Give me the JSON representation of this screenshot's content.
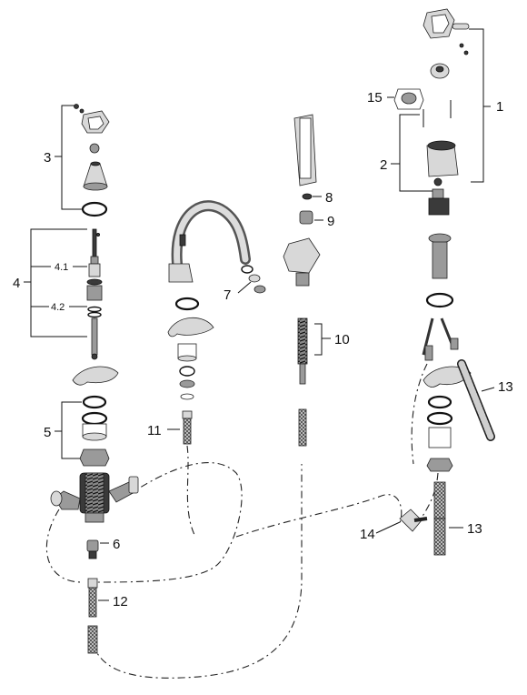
{
  "callouts": {
    "c1": "1",
    "c2": "2",
    "c3": "3",
    "c4": "4",
    "c4_1": "4.1",
    "c4_2": "4.2",
    "c5": "5",
    "c6": "6",
    "c7": "7",
    "c8": "8",
    "c9": "9",
    "c10": "10",
    "c11": "11",
    "c12": "12",
    "c13a": "13",
    "c13b": "13",
    "c14": "14",
    "c15": "15"
  }
}
